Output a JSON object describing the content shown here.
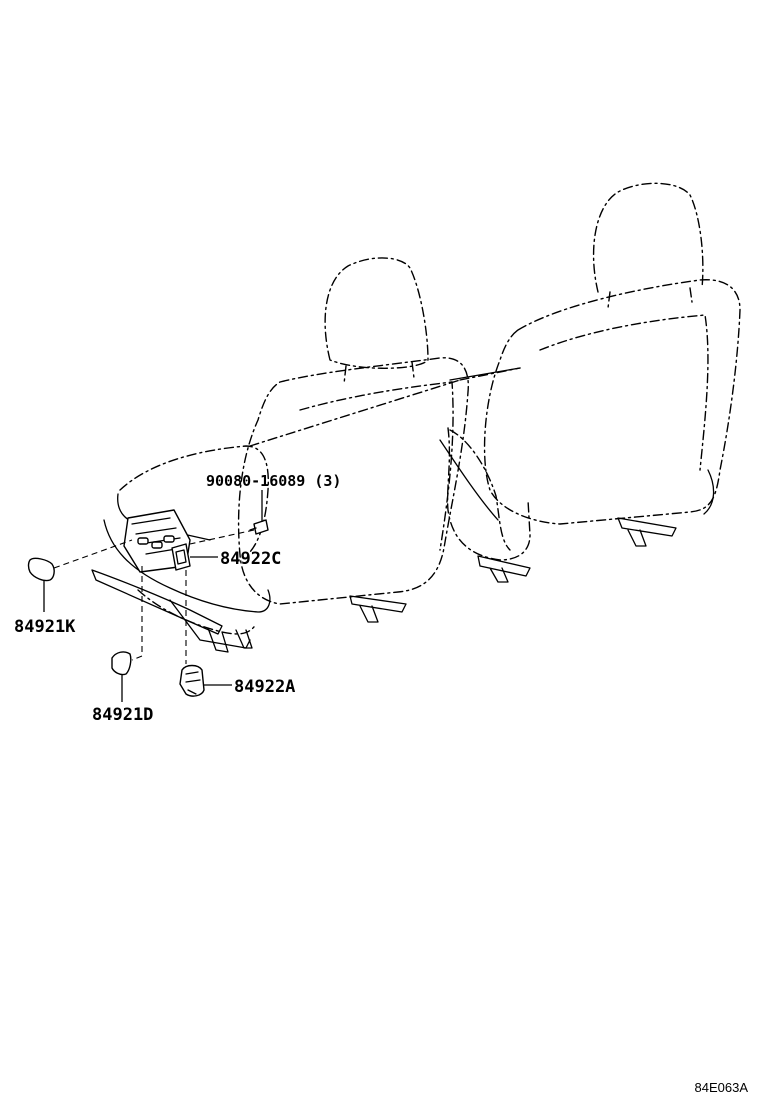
{
  "parts": {
    "screw": {
      "number": "90080-16089",
      "qty": "(3)"
    },
    "switch_c": {
      "number": "84922C"
    },
    "knob_k": {
      "number": "84921K"
    },
    "switch_a": {
      "number": "84922A"
    },
    "knob_d": {
      "number": "84921D"
    }
  },
  "illustration_code": "84E063A"
}
